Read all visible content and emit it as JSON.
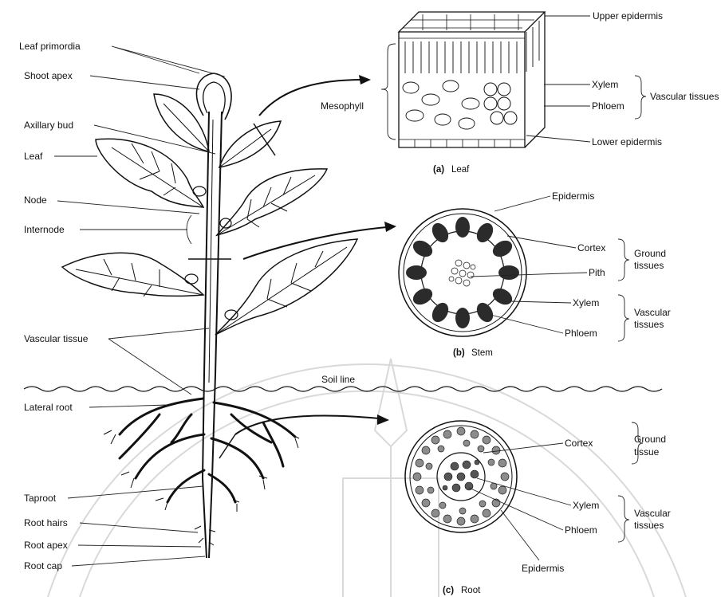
{
  "plant": {
    "leaf_primordia": "Leaf primordia",
    "shoot_apex": "Shoot apex",
    "axillary_bud": "Axillary bud",
    "leaf": "Leaf",
    "node": "Node",
    "internode": "Internode",
    "vascular_tissue": "Vascular tissue",
    "soil_line": "Soil line",
    "lateral_root": "Lateral root",
    "taproot": "Taproot",
    "root_hairs": "Root hairs",
    "root_apex": "Root apex",
    "root_cap": "Root cap"
  },
  "leaf_section": {
    "upper_epidermis": "Upper epidermis",
    "mesophyll": "Mesophyll",
    "xylem": "Xylem",
    "phloem": "Phloem",
    "vascular_tissues": "Vascular tissues",
    "lower_epidermis": "Lower epidermis",
    "caption_letter": "(a)",
    "caption": "Leaf"
  },
  "stem_section": {
    "epidermis": "Epidermis",
    "cortex": "Cortex",
    "pith": "Pith",
    "ground_tissues_1": "Ground",
    "ground_tissues_2": "tissues",
    "xylem": "Xylem",
    "phloem": "Phloem",
    "vascular_tissues_1": "Vascular",
    "vascular_tissues_2": "tissues",
    "caption_letter": "(b)",
    "caption": "Stem"
  },
  "root_section": {
    "cortex": "Cortex",
    "ground_tissue_1": "Ground",
    "ground_tissue_2": "tissue",
    "xylem": "Xylem",
    "phloem": "Phloem",
    "vascular_tissues_1": "Vascular",
    "vascular_tissues_2": "tissues",
    "epidermis": "Epidermis",
    "caption_letter": "(c)",
    "caption": "Root"
  }
}
